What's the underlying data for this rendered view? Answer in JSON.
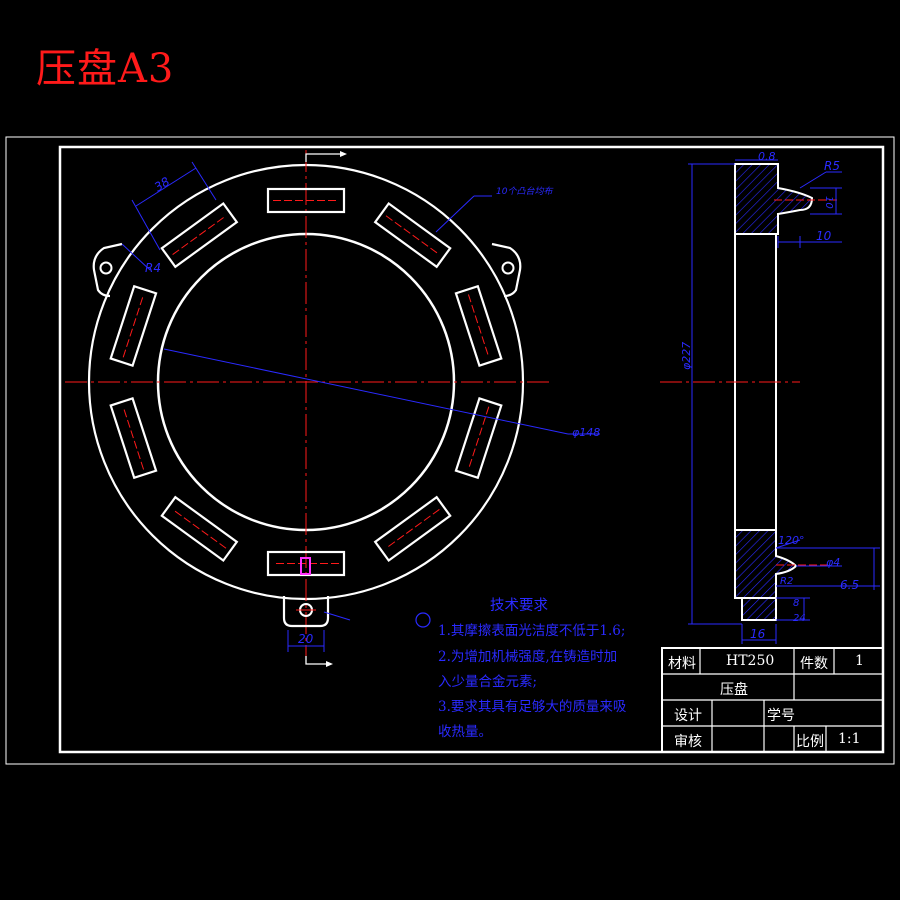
{
  "title": "压盘A3",
  "front_view": {
    "dim_slot_length": "38",
    "dim_corner_radius": "R4",
    "dim_bore": "φ148",
    "dim_lug_width": "20",
    "label_bosses": "10个凸台均布"
  },
  "side_view": {
    "dim_top": "0.8",
    "dim_radius": "R5",
    "dim_groove_depth": "10",
    "dim_groove_width": "10",
    "dim_outer_diameter": "φ227",
    "dim_angle": "120°",
    "dim_small_dia": "φ4",
    "dim_depth": "6.5",
    "dim_small_radius": "R2",
    "dim_boss_height": "8",
    "dim_boss_total": "24",
    "dim_thickness": "16"
  },
  "technical_requirements": {
    "heading": "技术要求",
    "items": [
      "1.其摩擦表面光洁度不低于1.6;",
      "2.为增加机械强度,在铸造时加",
      "入少量合金元素;",
      "3.要求其具有足够大的质量来吸",
      "收热量。"
    ]
  },
  "title_block": {
    "material_label": "材料",
    "material_value": "HT250",
    "quantity_label": "件数",
    "quantity_value": "1",
    "part_name": "压盘",
    "design_label": "设计",
    "student_id_label": "学号",
    "review_label": "审核",
    "scale_label": "比例",
    "scale_value": "1:1"
  },
  "colors": {
    "title": "#ff1a1a",
    "outline": "#ffffff",
    "centerline": "#ff1a1a",
    "dimension": "#2a2aff",
    "hatch": "#2a2aff",
    "marker": "#ff33ff"
  }
}
